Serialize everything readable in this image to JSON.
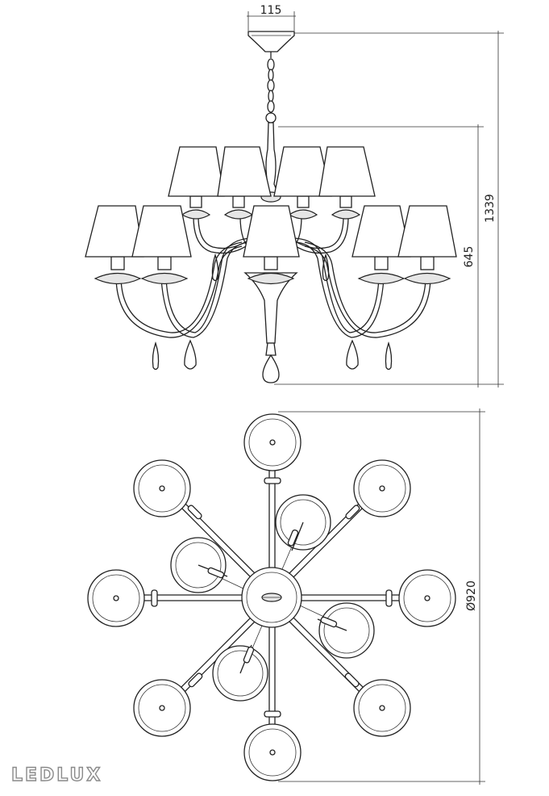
{
  "dimensions": {
    "canopy_width": "115",
    "total_height": "1339",
    "body_height": "645",
    "diameter": "Ø920"
  },
  "watermark": {
    "brand": "LEDLUX"
  }
}
